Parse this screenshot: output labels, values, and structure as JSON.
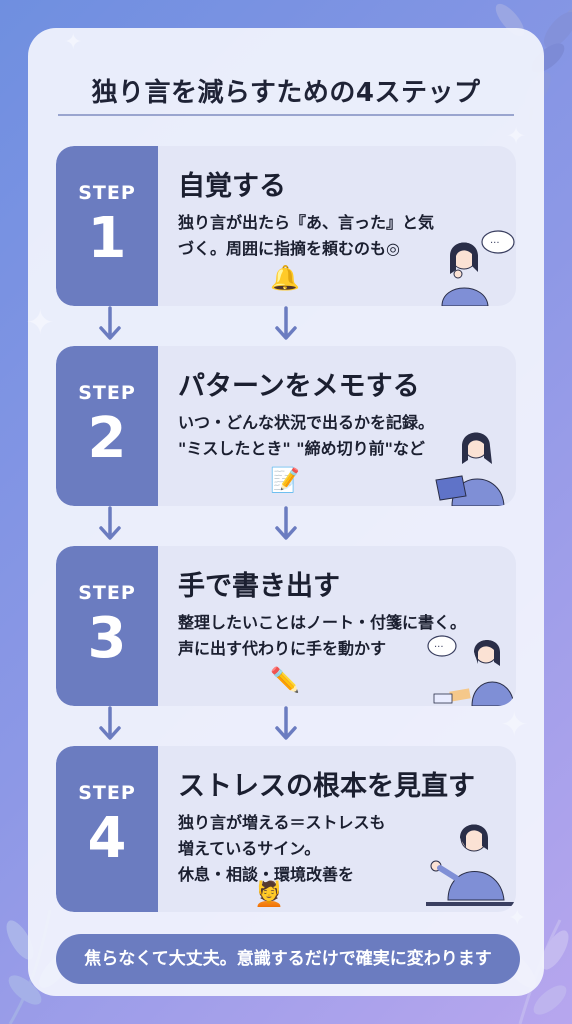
{
  "title": "独り言を減らすための4ステップ",
  "steps": [
    {
      "label": "STEP",
      "number": "1",
      "heading": "自覚する",
      "desc": [
        "独り言が出たら『あ、言った』と気",
        "づく。周囲に指摘を頼むのも◎"
      ],
      "icon": "bell-icon",
      "icon_glyph": "🔔"
    },
    {
      "label": "STEP",
      "number": "2",
      "heading": "パターンをメモする",
      "desc": [
        "いつ・どんな状況で出るかを記録。",
        "\"ミスしたとき\" \"締め切り前\"など"
      ],
      "icon": "memo-icon",
      "icon_glyph": "📝"
    },
    {
      "label": "STEP",
      "number": "3",
      "heading": "手で書き出す",
      "desc": [
        "整理したいことはノート・付箋に書く。",
        "声に出す代わりに手を動かす"
      ],
      "icon": "pencil-icon",
      "icon_glyph": "✏️"
    },
    {
      "label": "STEP",
      "number": "4",
      "heading": "ストレスの根本を見直す",
      "desc": [
        "独り言が増える＝ストレスも",
        "増えているサイン。",
        "休息・相談・環境改善を"
      ],
      "icon": "massage-icon",
      "icon_glyph": "💆"
    }
  ],
  "footer": "焦らなくて大丈夫。意識するだけで確実に変わります",
  "colors": {
    "badge": "#6b7cc0",
    "step_bg": "#e3e6f6",
    "arrow": "#6b7cc0",
    "person_shirt": "#7f8fd6"
  }
}
